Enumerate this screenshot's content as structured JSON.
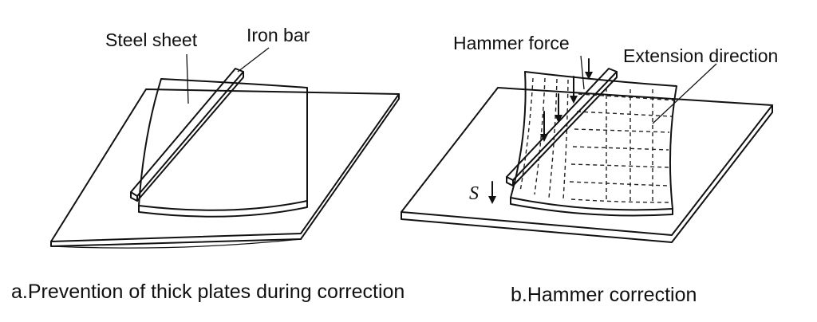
{
  "left": {
    "label_sheet": "Steel sheet",
    "label_bar": "Iron bar",
    "caption": "a.Prevention of thick plates during correction"
  },
  "right": {
    "label_force": "Hammer force",
    "label_extension": "Extension direction",
    "symbol": "S",
    "caption": "b.Hammer correction"
  }
}
